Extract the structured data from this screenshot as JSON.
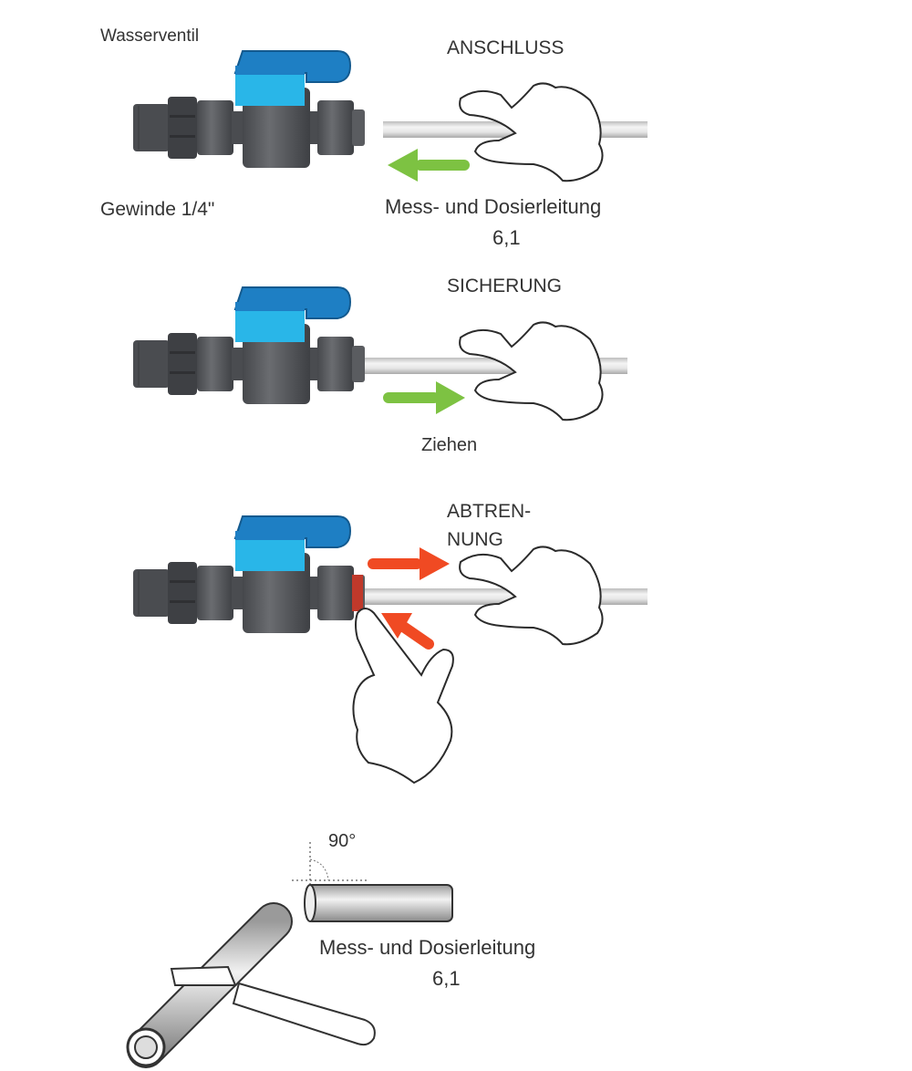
{
  "step1": {
    "valve_label": "Wasserventil",
    "thread_label": "Gewinde 1/4\"",
    "title": "ANSCHLUSS",
    "tube_label": "Mess- und Dosierleitung",
    "tube_size": "6,1",
    "arrow_color": "#7dc242"
  },
  "step2": {
    "title": "SICHERUNG",
    "action_label": "Ziehen",
    "arrow_color": "#7dc242"
  },
  "step3": {
    "title_line1": "ABTREN-",
    "title_line2": "NUNG",
    "arrow_color": "#f04a23"
  },
  "step4": {
    "angle_label": "90°",
    "tube_label": "Mess- und Dosierleitung",
    "tube_size": "6,1"
  },
  "colors": {
    "valve_body": "#55575c",
    "valve_cap": "#29b6e8",
    "valve_handle": "#1e7fc4",
    "tube": "#d9d9d9"
  }
}
